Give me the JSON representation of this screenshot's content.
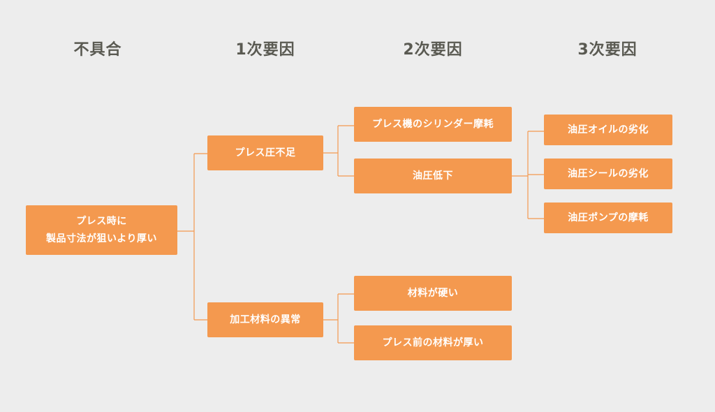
{
  "headers": {
    "defect": "不具合",
    "primary": "1次要因",
    "secondary": "2次要因",
    "tertiary": "3次要因"
  },
  "root": {
    "line1": "プレス時に",
    "line2": "製品寸法が狙いより厚い"
  },
  "primary": {
    "press_pressure": "プレス圧不足",
    "material_abnormal": "加工材料の異常"
  },
  "secondary": {
    "cylinder_wear": "プレス機のシリンダー摩耗",
    "hydraulic_drop": "油圧低下",
    "material_hard": "材料が硬い",
    "material_thick": "プレス前の材料が厚い"
  },
  "tertiary": {
    "oil_degradation": "油圧オイルの劣化",
    "seal_degradation": "油圧シールの劣化",
    "pump_wear": "油圧ポンプの摩耗"
  },
  "colors": {
    "node_fill": "#f4994f",
    "node_text": "#ffffff",
    "header_text": "#5a5a52",
    "background": "#ededed"
  }
}
